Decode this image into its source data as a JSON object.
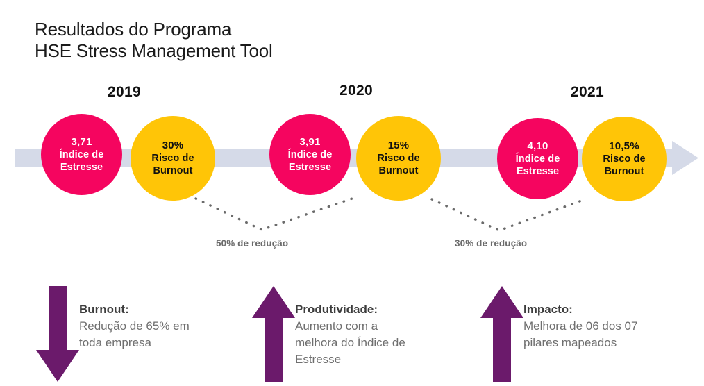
{
  "header": {
    "title_line1": "Resultados do Programa",
    "title_line2": "HSE Stress Management Tool"
  },
  "colors": {
    "pink": "#F5055F",
    "yellow": "#FFC507",
    "purple": "#6B1A6B",
    "timeline": "#D5DAE8",
    "gray_text": "#6F6F6F",
    "dark_text": "#1A1A1A"
  },
  "timeline": {
    "years": [
      {
        "label": "2019"
      },
      {
        "label": "2020"
      },
      {
        "label": "2021"
      }
    ],
    "nodes": [
      {
        "year": "2019",
        "metric_value": "3,71",
        "metric_line1": "Índice de",
        "metric_line2": "Estresse",
        "type": "pink"
      },
      {
        "year": "2019",
        "metric_value": "30%",
        "metric_line1": "Risco de",
        "metric_line2": "Burnout",
        "type": "yellow"
      },
      {
        "year": "2020",
        "metric_value": "3,91",
        "metric_line1": "Índice de",
        "metric_line2": "Estresse",
        "type": "pink"
      },
      {
        "year": "2020",
        "metric_value": "15%",
        "metric_line1": "Risco de",
        "metric_line2": "Burnout",
        "type": "yellow"
      },
      {
        "year": "2021",
        "metric_value": "4,10",
        "metric_line1": "Índice de",
        "metric_line2": "Estresse",
        "type": "pink"
      },
      {
        "year": "2021",
        "metric_value": "10,5%",
        "metric_line1": "Risco de",
        "metric_line2": "Burnout",
        "type": "yellow"
      }
    ],
    "reductions": [
      {
        "label": "50% de redução"
      },
      {
        "label": "30% de redução"
      }
    ]
  },
  "highlights": [
    {
      "arrow_direction": "down",
      "title": "Burnout:",
      "body_line1": "Redução de 65% em",
      "body_line2": "toda empresa",
      "body_line3": ""
    },
    {
      "arrow_direction": "up",
      "title": "Produtividade:",
      "body_line1": "Aumento com a",
      "body_line2": "melhora do Índice de",
      "body_line3": "Estresse"
    },
    {
      "arrow_direction": "up",
      "title": "Impacto:",
      "body_line1": "Melhora de 06 dos 07",
      "body_line2": "pilares mapeados",
      "body_line3": ""
    }
  ],
  "chart_data": {
    "type": "table",
    "title": "Resultados do Programa HSE Stress Management Tool",
    "categories": [
      "2019",
      "2020",
      "2021"
    ],
    "series": [
      {
        "name": "Índice de Estresse",
        "values": [
          3.71,
          3.91,
          4.1
        ],
        "display": [
          "3,71",
          "3,91",
          "4,10"
        ]
      },
      {
        "name": "Risco de Burnout (%)",
        "values": [
          30,
          15,
          10.5
        ],
        "display": [
          "30%",
          "15%",
          "10,5%"
        ]
      }
    ],
    "annotations": [
      "50% de redução",
      "30% de redução"
    ]
  }
}
